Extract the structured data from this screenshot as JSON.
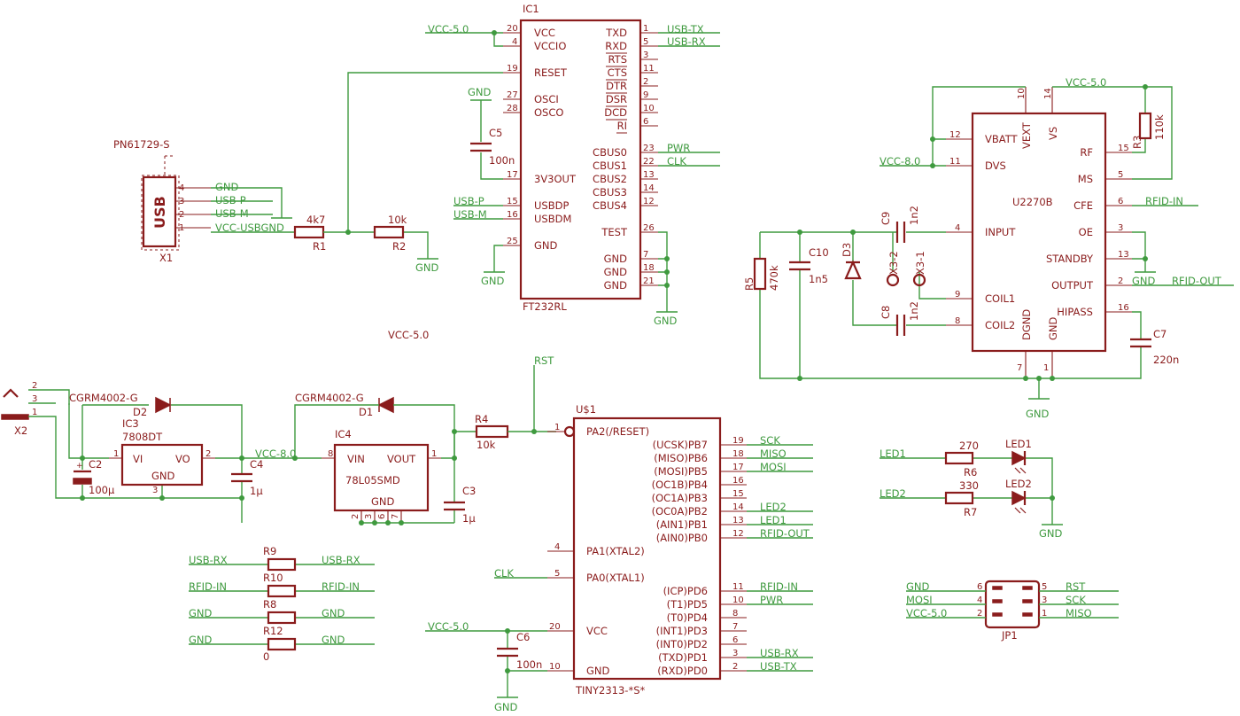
{
  "ic1": {
    "ref": "IC1",
    "value": "FT232RL",
    "left_pins": [
      "VCC",
      "VCCIO",
      "RESET",
      "OSCI",
      "OSCO",
      "3V3OUT",
      "USBDP",
      "USBDM",
      "GND"
    ],
    "left_nums": [
      "20",
      "4",
      "19",
      "27",
      "28",
      "17",
      "15",
      "16",
      "25"
    ],
    "right_pins": [
      "TXD",
      "RXD",
      "RTS",
      "CTS",
      "DTR",
      "DSR",
      "DCD",
      "RI",
      "CBUS0",
      "CBUS1",
      "CBUS2",
      "CBUS3",
      "CBUS4",
      "TEST",
      "GND",
      "GND",
      "GND"
    ],
    "right_nums": [
      "1",
      "5",
      "3",
      "11",
      "2",
      "9",
      "10",
      "6",
      "23",
      "22",
      "13",
      "14",
      "12",
      "26",
      "7",
      "18",
      "21"
    ],
    "nets": [
      "VCC-5.0",
      "USB-TX",
      "USB-RX",
      "PWR",
      "CLK",
      "USB-P",
      "USB-M",
      "GND",
      "GND",
      "GND"
    ]
  },
  "x1": {
    "ref": "X1",
    "value": "PN61729-S",
    "label": "USB",
    "pins": [
      "4",
      "3",
      "2",
      "1"
    ],
    "nets": [
      "GND",
      "USB-P",
      "USB-M",
      "VCC-USBGND"
    ]
  },
  "r1": {
    "ref": "R1",
    "value": "4k7"
  },
  "r2": {
    "ref": "R2",
    "value": "10k",
    "net": "GND"
  },
  "c5": {
    "ref": "C5",
    "value": "100n",
    "net": "GND"
  },
  "floating_net": "VCC-5.0",
  "u2270b": {
    "value": "U2270B",
    "left_pins": [
      "VBATT",
      "DVS",
      "INPUT",
      "COIL1",
      "COIL2"
    ],
    "left_nums": [
      "12",
      "11",
      "4",
      "9",
      "8"
    ],
    "right_pins": [
      "RF",
      "MS",
      "CFE",
      "OE",
      "STANDBY",
      "OUTPUT",
      "HIPASS"
    ],
    "right_nums": [
      "15",
      "5",
      "6",
      "3",
      "13",
      "2",
      "16"
    ],
    "top_pins": [
      "VEXT",
      "VS"
    ],
    "top_nums": [
      "10",
      "14"
    ],
    "bottom_pins": [
      "DGND",
      "GND"
    ],
    "bottom_nums": [
      "7",
      "1"
    ],
    "nets": [
      "VCC-5.0",
      "VCC-8.0",
      "RFID-IN",
      "RFID-OUT",
      "GND",
      "GND"
    ]
  },
  "r3": {
    "ref": "R3",
    "value": "110k"
  },
  "c9": {
    "ref": "C9",
    "value": "1n2"
  },
  "c8": {
    "ref": "C8",
    "value": "1n2"
  },
  "c10": {
    "ref": "C10",
    "value": "1n5"
  },
  "r5": {
    "ref": "R5",
    "value": "470k"
  },
  "d3": {
    "ref": "D3"
  },
  "x3_2": {
    "ref": "X3-2"
  },
  "x3_1": {
    "ref": "X3-1"
  },
  "c7": {
    "ref": "C7",
    "value": "220n"
  },
  "x2": {
    "ref": "X2",
    "pins": [
      "2",
      "3",
      "1"
    ]
  },
  "d2": {
    "ref": "D2",
    "value": "CGRM4002-G"
  },
  "d1": {
    "ref": "D1",
    "value": "CGRM4002-G"
  },
  "ic3": {
    "ref": "IC3",
    "value": "7808DT",
    "pins": [
      "VI",
      "VO",
      "GND"
    ],
    "nums": [
      "1",
      "2",
      "3"
    ]
  },
  "c2": {
    "ref": "C2",
    "value": "100µ"
  },
  "c4": {
    "ref": "C4",
    "value": "1µ"
  },
  "vcc8_net": "VCC-8.0",
  "ic4": {
    "ref": "IC4",
    "value": "78L05SMD",
    "pins": [
      "VIN",
      "VOUT",
      "GND"
    ],
    "nums": [
      "8",
      "1",
      "2",
      "3",
      "6",
      "7"
    ]
  },
  "c3": {
    "ref": "C3",
    "value": "1µ"
  },
  "rst_net": "RST",
  "r4": {
    "ref": "R4",
    "value": "10k"
  },
  "u1": {
    "ref": "U$1",
    "value": "TINY2313-*S*",
    "left_pins": [
      "PA2(/RESET)",
      "PA1(XTAL2)",
      "PA0(XTAL1)",
      "VCC",
      "GND"
    ],
    "left_nums": [
      "1",
      "4",
      "5",
      "20",
      "10"
    ],
    "right_pins": [
      "(UCSK)PB7",
      "(MISO)PB6",
      "(MOSI)PB5",
      "(OC1B)PB4",
      "(OC1A)PB3",
      "(OC0A)PB2",
      "(AIN1)PB1",
      "(AIN0)PB0",
      "(ICP)PD6",
      "(T1)PD5",
      "(T0)PD4",
      "(INT1)PD3",
      "(INT0)PD2",
      "(TXD)PD1",
      "(RXD)PD0"
    ],
    "right_nums": [
      "19",
      "18",
      "17",
      "16",
      "15",
      "14",
      "13",
      "12",
      "11",
      "10",
      "8",
      "7",
      "6",
      "3",
      "2"
    ],
    "right_nets": [
      "SCK",
      "MISO",
      "MOSI",
      "",
      "",
      "LED2",
      "LED1",
      "RFID-OUT",
      "RFID-IN",
      "PWR",
      "",
      "",
      "",
      "USB-RX",
      "USB-TX"
    ],
    "clk_net": "CLK",
    "vcc_net": "VCC-5.0",
    "gnd_net": "GND"
  },
  "c6": {
    "ref": "C6",
    "value": "100n"
  },
  "jumpers": [
    {
      "ref": "R9",
      "value": "",
      "left": "USB-RX",
      "right": "USB-RX"
    },
    {
      "ref": "R10",
      "value": "",
      "left": "RFID-IN",
      "right": "RFID-IN"
    },
    {
      "ref": "R8",
      "value": "",
      "left": "GND",
      "right": "GND"
    },
    {
      "ref": "R12",
      "value": "0",
      "left": "GND",
      "right": "GND"
    }
  ],
  "leds": [
    {
      "net": "LED1",
      "res_ref": "R6",
      "res_value": "270",
      "led_ref": "LED1"
    },
    {
      "net": "LED2",
      "res_ref": "R7",
      "res_value": "330",
      "led_ref": "LED2"
    }
  ],
  "led_gnd": "GND",
  "jp1": {
    "ref": "JP1",
    "left_nums": [
      "6",
      "4",
      "2"
    ],
    "left_nets": [
      "GND",
      "MOSI",
      "VCC-5.0"
    ],
    "right_nums": [
      "5",
      "3",
      "1"
    ],
    "right_nets": [
      "RST",
      "SCK",
      "MISO"
    ]
  }
}
